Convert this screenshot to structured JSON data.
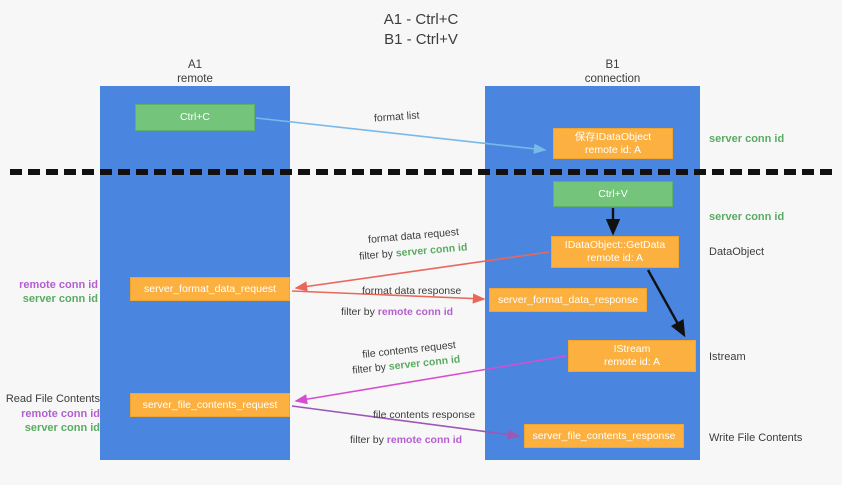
{
  "title": {
    "line1": "A1 - Ctrl+C",
    "line2": "B1 - Ctrl+V"
  },
  "columns": [
    {
      "id": "a1",
      "name": "A1",
      "subtitle": "remote"
    },
    {
      "id": "b1",
      "name": "B1",
      "subtitle": "connection"
    }
  ],
  "boxes": {
    "ctrl_c": {
      "label": "Ctrl+C",
      "color": "#74c47b"
    },
    "idataobject": {
      "line1": "保存IDataObject",
      "line2": "remote id: A",
      "color": "#fbb040"
    },
    "ctrl_v": {
      "label": "Ctrl+V",
      "color": "#74c47b"
    },
    "getdata": {
      "line1": "IDataObject::GetData",
      "line2": "remote id: A",
      "color": "#fbb040"
    },
    "format_data_request": {
      "label": "server_format_data_request",
      "color": "#fbb040"
    },
    "format_data_response": {
      "label": "server_format_data_response",
      "color": "#fbb040"
    },
    "istream": {
      "line1": "IStream",
      "line2": "remote id: A",
      "color": "#fbb040"
    },
    "file_contents_request": {
      "label": "server_file_contents_request",
      "color": "#fbb040"
    },
    "file_contents_response": {
      "label": "server_file_contents_response",
      "color": "#fbb040"
    }
  },
  "side_labels": {
    "server_conn_id_top": "server conn id",
    "server_conn_id_mid": "server conn id",
    "dataobject": "DataObject",
    "istream": "Istream",
    "write_file_contents": "Write File Contents"
  },
  "left_labels": {
    "remote_conn_id_1": "remote conn id",
    "server_conn_id_1": "server conn id",
    "read_file_contents": "Read File Contents",
    "remote_conn_id_2": "remote conn id",
    "server_conn_id_2": "server conn id"
  },
  "captions": {
    "format_list": "format list",
    "format_data_request": "format data request",
    "filter_by": "filter by",
    "server_conn_id": "server conn id",
    "remote_conn_id": "remote conn id",
    "format_data_response": "format data response",
    "file_contents_request": "file contents request",
    "file_contents_response": "file contents response"
  },
  "colors": {
    "lane": "#4a86e0",
    "green_box": "#74c47b",
    "orange_box": "#fbb040",
    "green_text": "#5aab63",
    "purple_text": "#b35fd0",
    "arrow_blue": "#7ab8e8",
    "arrow_red": "#e8685c",
    "arrow_magenta": "#d44fd0",
    "arrow_purple": "#9b59b6",
    "arrow_black": "#111111",
    "background": "#f7f7f7"
  }
}
